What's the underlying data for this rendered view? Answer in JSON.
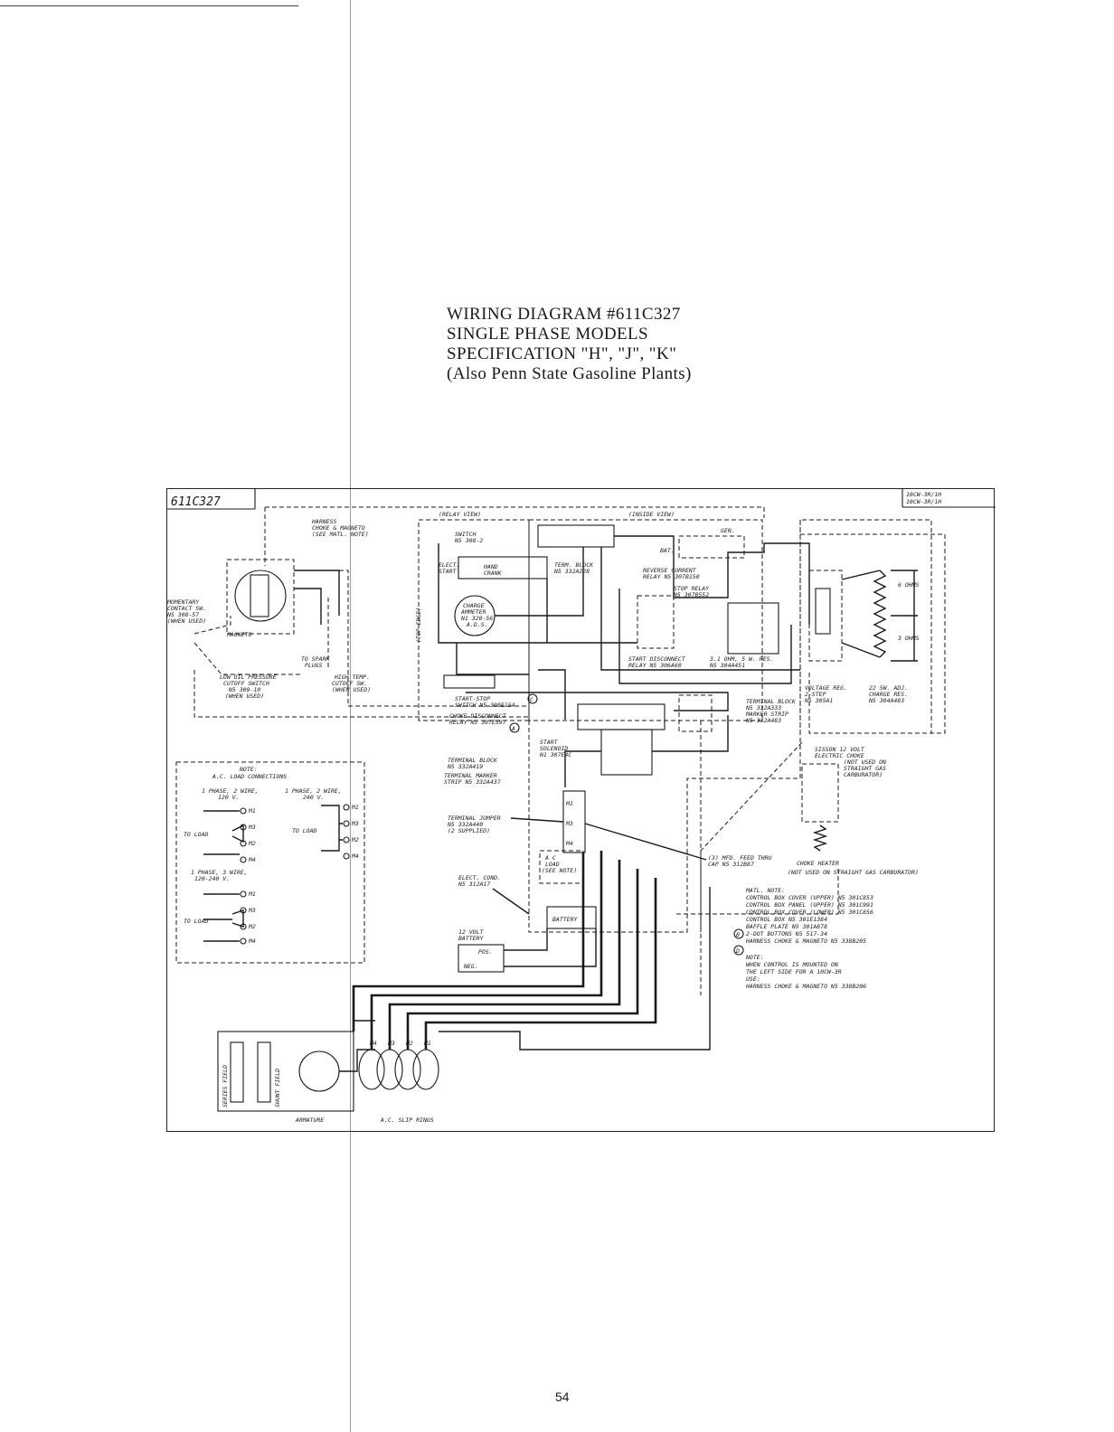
{
  "title": {
    "line1": "WIRING DIAGRAM #611C327",
    "line2": "SINGLE PHASE MODELS",
    "line3": "SPECIFICATION \"H\", \"J\", \"K\"",
    "line4": "(Also Penn State Gasoline Plants)"
  },
  "page_number": "54",
  "diagram": {
    "drawing_number": "611C327",
    "models": [
      "10CW-3R/1H",
      "10CW-3R/1H"
    ],
    "views": {
      "relay": "(RELAY VIEW)",
      "inside": "(INSIDE VIEW)",
      "top_edge": "(TOP EDGE)"
    },
    "labels": {
      "harness": [
        "HARNESS",
        "CHOKE & MAGNETO",
        "(SEE MATL. NOTE)"
      ],
      "momentary": [
        "MOMENTARY",
        "CONTACT SW.",
        "N5 308-57",
        "(WHEN USED)"
      ],
      "magneto": "MAGNETO",
      "spark_plugs": [
        "TO SPARK",
        "PLUGS"
      ],
      "low_oil": [
        "LOW OIL PRESSURE",
        "CUTOFF SWITCH",
        "N5 309-10",
        "(WHEN USED)"
      ],
      "high_temp": [
        "HIGH TEMP.",
        "CUTOFF SW.",
        "(WHEN USED)"
      ],
      "switch": [
        "SWITCH",
        "N5 308-2"
      ],
      "elect_start": [
        "ELECT.",
        "START"
      ],
      "hand_crank": [
        "HAND",
        "CRANK"
      ],
      "term_block": [
        "TERM. BLOCK",
        "N5 332A228"
      ],
      "charge_ammeter": [
        "CHARGE",
        "AMMETER",
        "N1 320-56",
        "A.D.S."
      ],
      "reverse_current": [
        "REVERSE CURRENT",
        "RELAY N5 307B150"
      ],
      "stop_relay": [
        "STOP RELAY",
        "N5 307B552"
      ],
      "start_disconnect": [
        "START DISCONNECT",
        "RELAY N5 306A60"
      ],
      "ohm_resistor": [
        "3.1 OHM, 5 W. RES.",
        "N5 304A451"
      ],
      "start_stop_switch": [
        "START-STOP",
        "SWITCH N5 308E154"
      ],
      "choke_disconnect": [
        "CHOKE DISCONNECT",
        "RELAY N5 307E597"
      ],
      "terminal_block_2": [
        "TERMINAL BLOCK",
        "N5 332A333"
      ],
      "marker_strip": [
        "MARKER STRIP",
        "N5 332A483"
      ],
      "voltage_reg": [
        "VOLTAGE REG.",
        "2-STEP",
        "N5 305A1"
      ],
      "charge_res": [
        "22 5W. ADJ.",
        "CHARGE RES.",
        "N5 304A483"
      ],
      "six_ohms": "6 OHMS",
      "three_ohms": "3 OHMS",
      "gen": "GEN.",
      "bat": "BAT.",
      "start_solenoid": [
        "START",
        "SOLENOID",
        "N1 307E4C"
      ],
      "terminal_block_3": [
        "TERMINAL BLOCK",
        "N5 332A419"
      ],
      "terminal_marker": [
        "TERMINAL MARKER",
        "STRIP N5 332A437"
      ],
      "terminal_jumper": [
        "TERMINAL JUMPER",
        "N5 332A440",
        "(2 SUPPLIED)"
      ],
      "ac_load": [
        "A C",
        "LOAD",
        "(SEE NOTE)"
      ],
      "elect_cond": [
        "ELECT. COND.",
        "N5 312A17"
      ],
      "battery": "BATTERY",
      "battery_12v": [
        "12 VOLT",
        "BATTERY"
      ],
      "pos": "POS.",
      "neg": "NEG.",
      "sisson_choke": [
        "SISSON 12 VOLT",
        "ELECTRIC CHOKE",
        "(NOT USED ON",
        "STRAIGHT GAS",
        "CARBURATOR)"
      ],
      "choke_heater": "CHOKE HEATER",
      "not_used_gas": "(NOT USED ON STRAIGHT GAS CARBURATOR)",
      "feed_thru": [
        "(3) MFD. FEED THRU",
        "CAP N5 312B87"
      ],
      "series_field": "SERIES FIELD",
      "shunt_field": "SHUNT FIELD",
      "armature": "ARMATURE",
      "slip_rings": "A.C. SLIP RINGS",
      "ring_terms": [
        "M4",
        "M3",
        "M2",
        "M1"
      ]
    },
    "ac_note": {
      "heading": [
        "NOTE:",
        "A.C. LOAD CONNECTIONS"
      ],
      "col1": [
        "1 PHASE, 2 WIRE,",
        "120 V."
      ],
      "col2": [
        "1 PHASE, 2 WIRE,",
        "240 V."
      ],
      "to_load": "TO LOAD",
      "three_wire": [
        "1 PHASE, 3 WIRE,",
        "120-240 V."
      ],
      "terms": [
        "M1",
        "M3",
        "M2",
        "M4"
      ]
    },
    "matl_note": [
      "MATL. NOTE:",
      "CONTROL BOX COVER (UPPER) N5 301C853",
      "CONTROL BOX PANEL (UPPER) N5 301C991",
      "CONTROL BOX COVER (LOWER) N5 301C856",
      "CONTROL BOX N5 301E1384",
      "BAFFLE PLATE N5 301A878",
      "2-DOT BUTTONS N5 517-34",
      "HARNESS CHOKE & MAGNETO N5 338B205",
      "NOTE:",
      "WHEN CONTROL IS MOUNTED ON",
      "THE LEFT SIDE FOR A 10CW-3R",
      "USE:",
      "HARNESS CHOKE & MAGNETO N5 338B206"
    ],
    "circle_marks": [
      "C",
      "A",
      "B",
      "D"
    ]
  }
}
